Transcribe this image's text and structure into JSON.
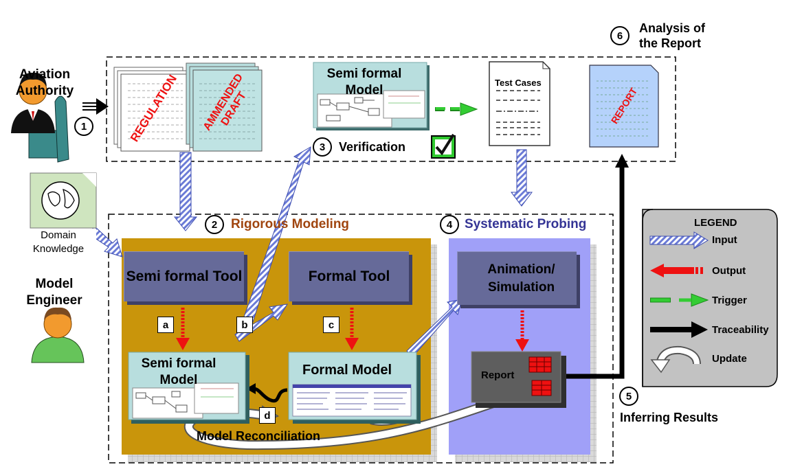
{
  "colors": {
    "rigorous_bg": "#c9950b",
    "probing_bg": "#a0a0f8",
    "tool_box": "#666a99",
    "model_box": "#b8dede",
    "report_box": "#5e5e5e",
    "rigorous_title": "#a0450f",
    "probing_title": "#343495",
    "output_arrow": "#ee1111",
    "trigger_arrow": "#33cc33",
    "input_arrow": "#6b7bd6",
    "legend_bg": "#c2c2c2"
  },
  "actors": {
    "authority_label": "Aviation Authority",
    "engineer_label": "Model Engineer",
    "domain_label": "Domain Knowledge"
  },
  "top_box": {
    "doc_regulation": "REGULATION",
    "doc_amended": "AMMENDED DRAFT",
    "semi_formal_model_title": "Semi formal Model",
    "test_cases_title": "Test Cases",
    "report_doc": "REPORT",
    "verification_label": "Verification",
    "step3": "3",
    "step1": "1"
  },
  "steps": {
    "step2": "2",
    "step2_label": "Rigorous Modeling",
    "step4": "4",
    "step4_label": "Systematic Probing",
    "step5": "5",
    "step5_label": "Inferring Results",
    "step6": "6",
    "step6_label": "Analysis of the Report"
  },
  "rigorous": {
    "semi_formal_tool": "Semi formal Tool",
    "formal_tool": "Formal Tool",
    "semi_formal_model": "Semi formal Model",
    "formal_model": "Formal Model",
    "label_a": "a",
    "label_b": "b",
    "label_c": "c",
    "label_d": "d",
    "reconciliation": "Model Reconciliation"
  },
  "probing": {
    "animation": "Animation/ Simulation",
    "report": "Report"
  },
  "legend": {
    "title": "LEGEND",
    "items": [
      "Input",
      "Output",
      "Trigger",
      "Traceability",
      "Update"
    ]
  }
}
